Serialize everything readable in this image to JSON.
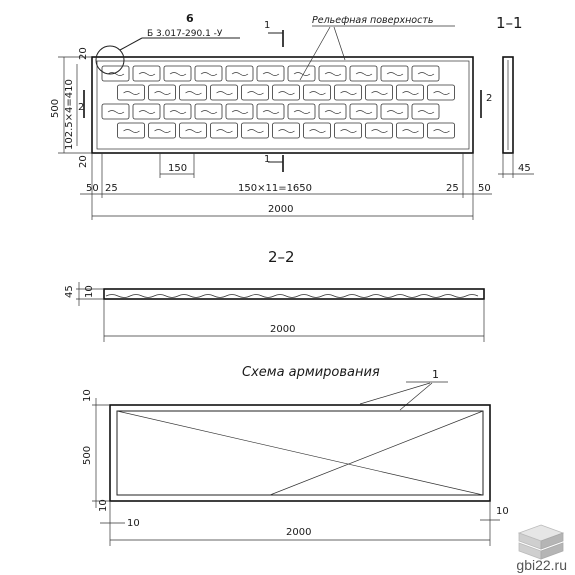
{
  "plan_view": {
    "callout_number": "6",
    "callout_ref": "Б 3.017-290.1 -У",
    "surface_label": "Рельефная поверхность",
    "cut_mark_1": "1",
    "cut_mark_2": "2",
    "dim_height": "500",
    "dim_rows": "102.5×4=410",
    "dim_top_edge": "20",
    "dim_bottom_edge": "20",
    "dim_brick": "150",
    "dim_left_offset": "50",
    "dim_left_inner": "25",
    "dim_courses": "150×11=1650",
    "dim_right_inner": "25",
    "dim_right_offset": "50",
    "dim_length": "2000"
  },
  "section_1_1": {
    "title": "1–1",
    "dim_thickness": "45"
  },
  "section_2_2": {
    "title": "2–2",
    "dim_thickness": "45",
    "dim_edge": "10",
    "dim_length": "2000"
  },
  "reinforcement": {
    "title": "Схема армирования",
    "callout_number": "1",
    "dim_top": "10",
    "dim_height": "500",
    "dim_bottom": "10",
    "dim_left": "10",
    "dim_right": "10",
    "dim_length": "2000"
  },
  "watermark": {
    "text": "gbi22.ru"
  }
}
